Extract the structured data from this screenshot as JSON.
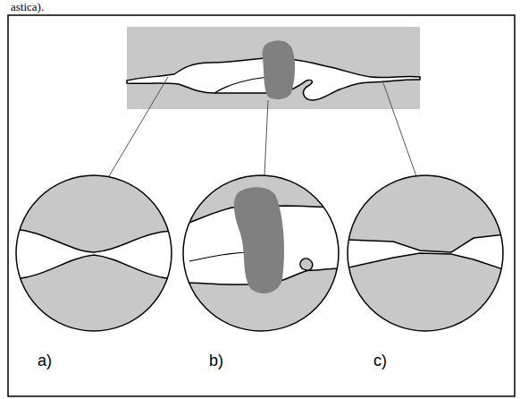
{
  "diagram": {
    "labels": [
      "astica).",
      "a)",
      "b)",
      "c)"
    ]
  }
}
